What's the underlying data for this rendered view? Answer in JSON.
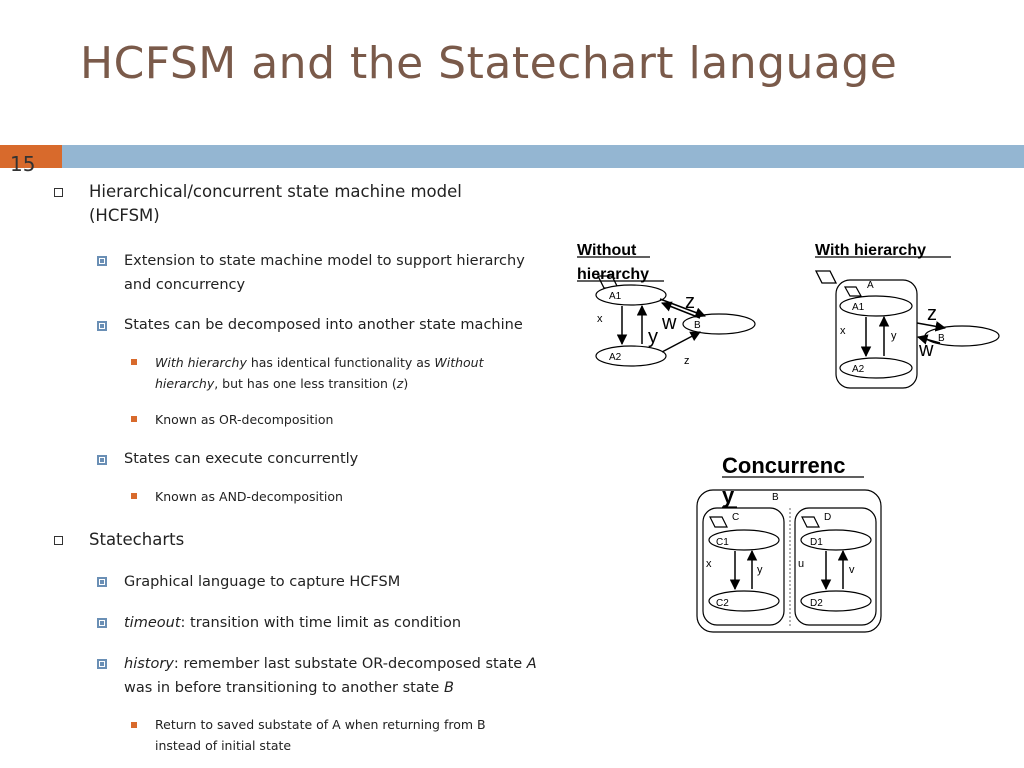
{
  "slide": {
    "title": "HCFSM and the Statechart language",
    "page_number": "15"
  },
  "bullets": {
    "b1": "Hierarchical/concurrent state machine model (HCFSM)",
    "b1_1": "Extension to state machine model to support hierarchy and concurrency",
    "b1_2": "States can be decomposed into another state machine",
    "b1_2_1_a": "With hierarchy",
    "b1_2_1_b": " has identical functionality as ",
    "b1_2_1_c": "Without hierarchy",
    "b1_2_1_d": ", but has one less transition (",
    "b1_2_1_e": "z",
    "b1_2_1_f": ")",
    "b1_2_2": "Known as OR-decomposition",
    "b1_3": "States can execute concurrently",
    "b1_3_1": "Known as AND-decomposition",
    "b2": "Statecharts",
    "b2_1": "Graphical language to capture HCFSM",
    "b2_2_a": "timeout",
    "b2_2_b": ": transition with time limit as condition",
    "b2_3_a": "history",
    "b2_3_b": ": remember last substate OR-decomposed state ",
    "b2_3_c": "A",
    "b2_3_d": " was in before transitioning to another state ",
    "b2_3_e": "B",
    "b2_3_1": "Return to saved substate of A when returning from B instead of initial state"
  },
  "diagrams": {
    "without": {
      "heading_line1": "Without",
      "heading_line2": "hierarchy",
      "a1": "A1",
      "a2": "A2",
      "b": "B",
      "x": "x",
      "y": "y",
      "z1": "z",
      "w": "w",
      "z2": "z"
    },
    "with": {
      "heading": "With hierarchy",
      "a": "A",
      "a1": "A1",
      "a2": "A2",
      "b": "B",
      "x": "x",
      "y": "y",
      "z": "z",
      "w": "w"
    },
    "concurrency": {
      "heading_line1": "Concurrenc",
      "heading_line2": "y",
      "b": "B",
      "c": "C",
      "d": "D",
      "c1": "C1",
      "c2": "C2",
      "d1": "D1",
      "d2": "D2",
      "x": "x",
      "y": "y",
      "u": "u",
      "v": "v"
    }
  }
}
